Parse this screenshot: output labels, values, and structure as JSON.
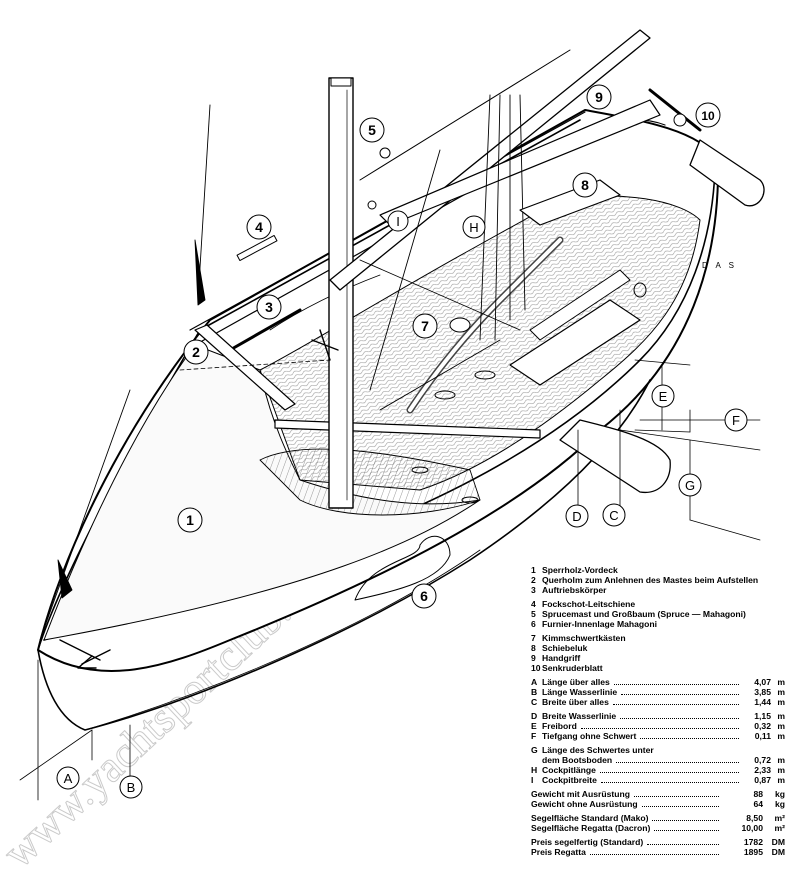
{
  "diagram": {
    "callouts_numeric": [
      "1",
      "2",
      "3",
      "4",
      "5",
      "6",
      "7",
      "8",
      "9",
      "10"
    ],
    "callouts_letter": [
      "A",
      "B",
      "C",
      "D",
      "E",
      "F",
      "G",
      "H",
      "I"
    ],
    "tag_das": "D A S",
    "watermark_text": "www.yachtsportclub.de"
  },
  "legend": {
    "parts_group1": [
      {
        "key": "1",
        "text": "Sperrholz-Vordeck"
      },
      {
        "key": "2",
        "text": "Querholm zum Anlehnen des Mastes beim Aufstellen"
      },
      {
        "key": "3",
        "text": "Auftriebskörper"
      }
    ],
    "parts_group2": [
      {
        "key": "4",
        "text": "Fockschot-Leitschiene"
      },
      {
        "key": "5",
        "text": "Sprucemast und Großbaum (Spruce — Mahagoni)"
      },
      {
        "key": "6",
        "text": "Furnier-Innenlage Mahagoni"
      }
    ],
    "parts_group3": [
      {
        "key": "7",
        "text": "Kimmschwertkästen"
      },
      {
        "key": "8",
        "text": "Schiebeluk"
      },
      {
        "key": "9",
        "text": "Handgriff"
      },
      {
        "key": "10",
        "text": "Senkruderblatt"
      }
    ],
    "specs_group1": [
      {
        "key": "A",
        "label": "Länge über alles",
        "value": "4,07",
        "unit": "m"
      },
      {
        "key": "B",
        "label": "Länge Wasserlinie",
        "value": "3,85",
        "unit": "m"
      },
      {
        "key": "C",
        "label": "Breite über alles",
        "value": "1,44",
        "unit": "m"
      }
    ],
    "specs_group2": [
      {
        "key": "D",
        "label": "Breite Wasserlinie",
        "value": "1,15",
        "unit": "m"
      },
      {
        "key": "E",
        "label": "Freibord",
        "value": "0,32",
        "unit": "m"
      },
      {
        "key": "F",
        "label": "Tiefgang ohne Schwert",
        "value": "0,11",
        "unit": "m"
      }
    ],
    "spec_g": {
      "key": "G",
      "label_line1": "Länge des Schwertes unter",
      "label_line2": "dem Bootsboden",
      "value": "0,72",
      "unit": "m"
    },
    "specs_group3": [
      {
        "key": "H",
        "label": "Cockpitlänge",
        "value": "2,33",
        "unit": "m"
      },
      {
        "key": "I",
        "label": "Cockpitbreite",
        "value": "0,87",
        "unit": "m"
      }
    ],
    "weights": [
      {
        "label": "Gewicht mit Ausrüstung",
        "value": "88",
        "unit": "kg"
      },
      {
        "label": "Gewicht ohne Ausrüstung",
        "value": "64",
        "unit": "kg"
      }
    ],
    "sails": [
      {
        "label": "Segelfläche Standard (Mako)",
        "value": "8,50",
        "unit": "m²"
      },
      {
        "label": "Segelfläche Regatta (Dacron)",
        "value": "10,00",
        "unit": "m²"
      }
    ],
    "prices": [
      {
        "label": "Preis segelfertig (Standard)",
        "value": "1782",
        "unit": "DM"
      },
      {
        "label": "Preis Regatta",
        "value": "1895",
        "unit": "DM"
      }
    ]
  }
}
